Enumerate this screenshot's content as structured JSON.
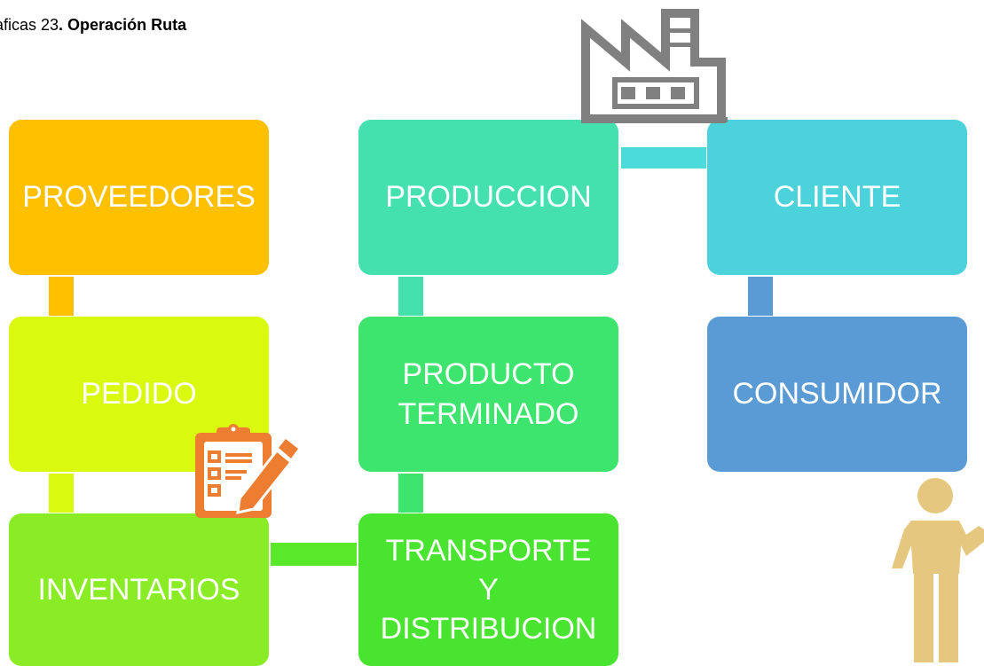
{
  "caption": {
    "prefix": "aficas 23",
    "bold": ". Operación Ruta"
  },
  "boxes": {
    "proveedores": "PROVEEDORES",
    "pedido": "PEDIDO",
    "inventarios": "INVENTARIOS",
    "produccion": "PRODUCCION",
    "producto_terminado": "PRODUCTO\nTERMINADO",
    "transporte": "TRANSPORTE\nY\nDISTRIBUCION",
    "cliente": "CLIENTE",
    "consumidor": "CONSUMIDOR"
  },
  "colors": {
    "proveedores": "#FFC000",
    "pedido": "#D9F90F",
    "inventarios": "#8AEC24",
    "produccion": "#44E1AE",
    "producto_terminado": "#3DE46E",
    "transporte": "#49E42F",
    "cliente": "#4CD2DA",
    "consumidor": "#5B9BD5",
    "factory": "#808080",
    "clipboard": "#ED7D31",
    "person": "#E6C77F"
  },
  "icons": [
    "factory-icon",
    "clipboard-checklist-icon",
    "person-icon"
  ]
}
